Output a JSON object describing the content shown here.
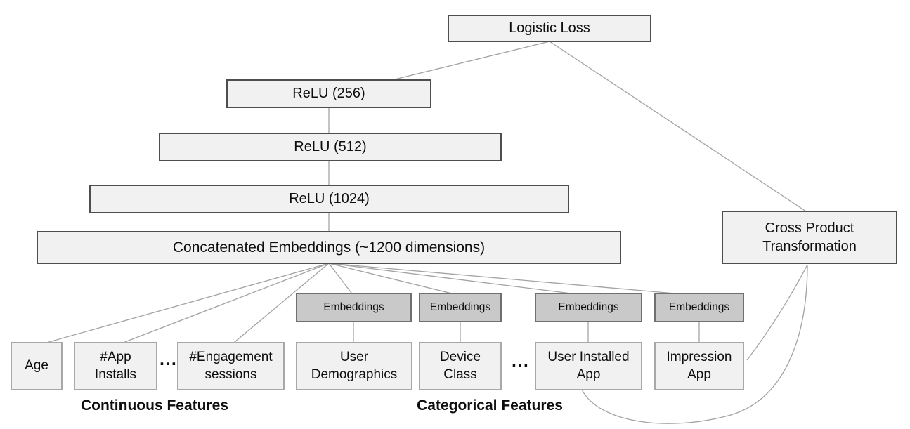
{
  "diagram_type": "neural-network-architecture",
  "colors": {
    "background": "#ffffff",
    "box_fill": "#f1f1f1",
    "box_border_dark": "#4e4e50",
    "feature_box_border": "#a8a8a8",
    "embedding_fill": "#c9c9c9",
    "embedding_border": "#6f6f6f",
    "edge_line": "#a3a3a3",
    "text": "#0e0e0e"
  },
  "deep": {
    "logistic_loss": "Logistic Loss",
    "relu_256": "ReLU (256)",
    "relu_512": "ReLU (512)",
    "relu_1024": "ReLU (1024)",
    "concatenated_embeddings": "Concatenated Embeddings (~1200 dimensions)"
  },
  "wide": {
    "cross_product_transformation": "Cross Product\nTransformation"
  },
  "embeddings": {
    "e1": "Embeddings",
    "e2": "Embeddings",
    "e3": "Embeddings",
    "e4": "Embeddings"
  },
  "features": {
    "age": "Age",
    "app_installs": "#App\nInstalls",
    "engagement_sessions": "#Engagement\nsessions",
    "user_demographics": "User\nDemographics",
    "device_class": "Device\nClass",
    "user_installed_app": "User Installed\nApp",
    "impression_app": "Impression\nApp",
    "ellipsis_continuous": "...",
    "ellipsis_categorical": "..."
  },
  "group_labels": {
    "continuous": "Continuous Features",
    "categorical": "Categorical Features"
  }
}
